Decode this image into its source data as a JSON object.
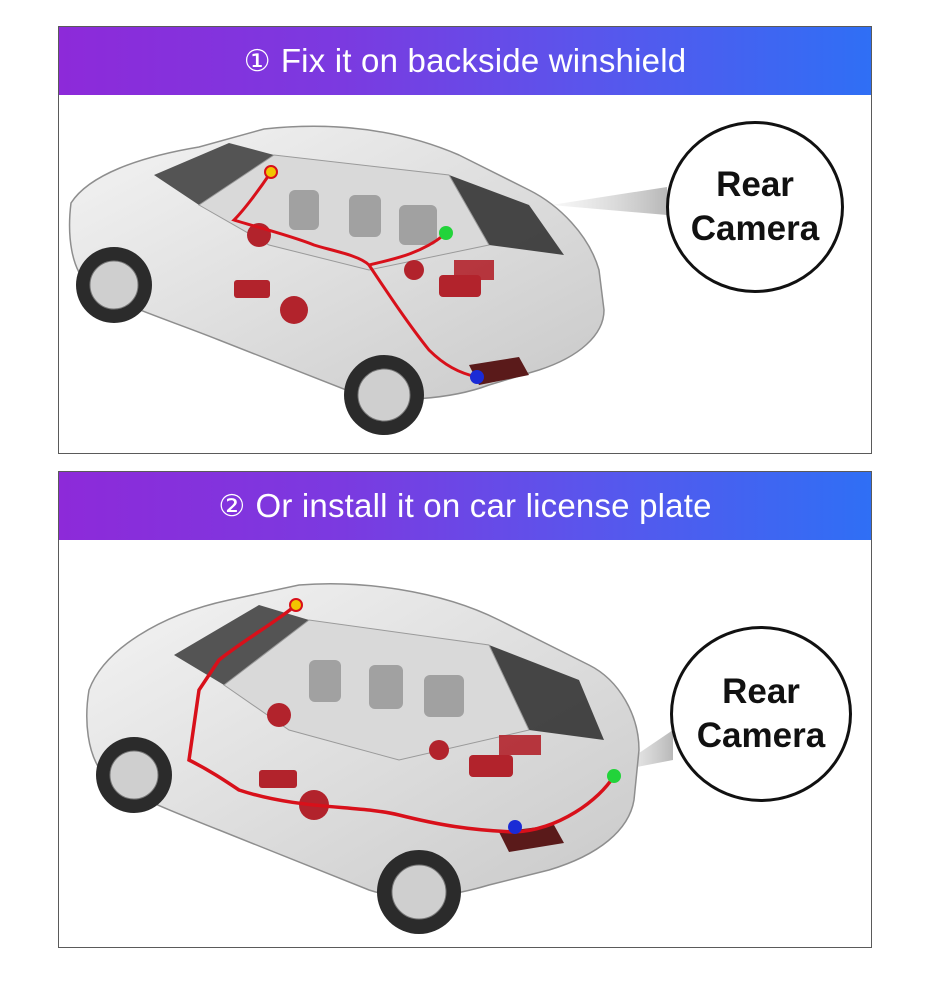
{
  "panels": [
    {
      "banner_number": "①",
      "banner_text": "Fix it on backside winshield",
      "callout_line1": "Rear",
      "callout_line2": "Camera"
    },
    {
      "banner_number": "②",
      "banner_text": "Or install it on car license plate",
      "callout_line1": "Rear",
      "callout_line2": "Camera"
    }
  ],
  "colors": {
    "banner_start": "#8d2ad9",
    "banner_end": "#2f6ff5",
    "wire": "#d8101a",
    "dvr_dot": "#f2c500",
    "camera_dot": "#22d33a",
    "reverse_light_dot": "#1a2bd6"
  },
  "icons": [
    "car-cutaway-illustration",
    "wire-route",
    "camera-point-icon"
  ]
}
